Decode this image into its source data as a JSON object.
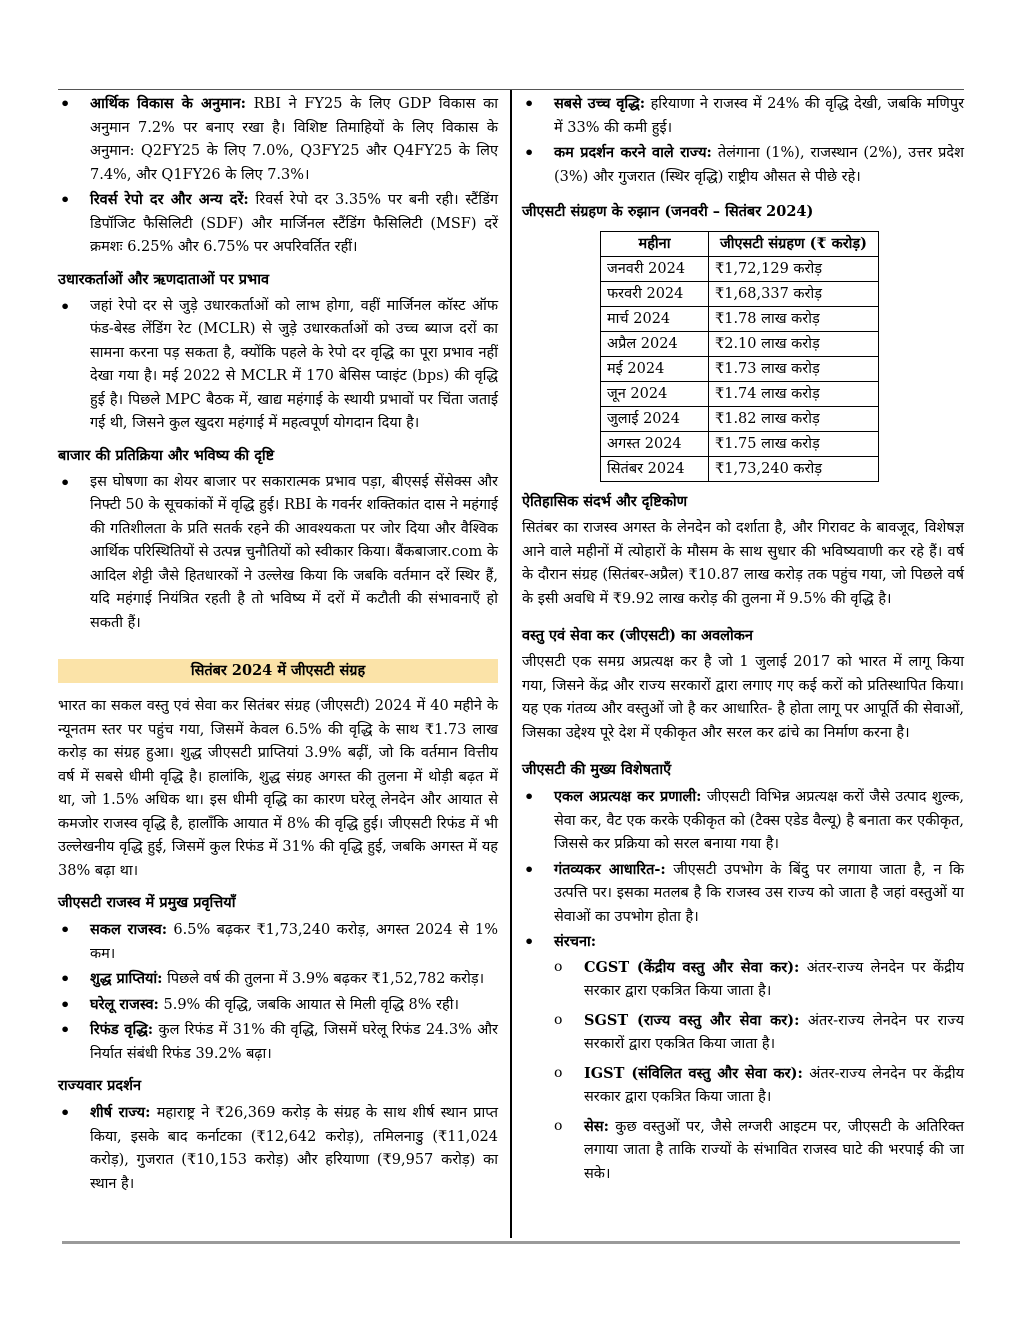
{
  "left": {
    "bullets1": [
      {
        "label": "आर्थिक विकास के अनुमान:",
        "text": " RBI ने FY25 के लिए GDP विकास का अनुमान 7.2% पर बनाए रखा है। विशिष्ट तिमाहियों के लिए विकास के अनुमान: Q2FY25 के लिए 7.0%, Q3FY25 और Q4FY25 के लिए 7.4%, और Q1FY26 के लिए 7.3%।"
      },
      {
        "label": "रिवर्स रेपो दर और अन्य दरें:",
        "text": " रिवर्स रेपो दर 3.35% पर बनी रही। स्टैंडिंग डिपॉजिट फैसिलिटी (SDF) और मार्जिनल स्टैंडिंग फैसिलिटी (MSF) दरें क्रमशः 6.25% और 6.75% पर अपरिवर्तित रहीं।"
      }
    ],
    "heading_borrowers": "उधारकर्ताओं और ऋणदाताओं पर प्रभाव",
    "borrowers_text": "जहां रेपो दर से जुड़े उधारकर्ताओं को लाभ होगा, वहीं मार्जिनल कॉस्ट ऑफ फंड-बेस्ड लेंडिंग रेट (MCLR) से जुड़े उधारकर्ताओं को उच्च ब्याज दरों का सामना करना पड़ सकता है, क्योंकि पहले के रेपो दर वृद्धि का पूरा प्रभाव नहीं देखा गया है। मई 2022 से MCLR में 170 बेसिस प्वाइंट (bps) की वृद्धि हुई है। पिछले MPC बैठक में, खाद्य महंगाई के स्थायी प्रभावों पर चिंता जताई गई थी, जिसने कुल खुदरा महंगाई में महत्वपूर्ण योगदान दिया है।",
    "heading_market": "बाजार की प्रतिक्रिया और भविष्य की दृष्टि",
    "market_text": "इस घोषणा का शेयर बाजार पर सकारात्मक प्रभाव पड़ा, बीएसई सेंसेक्स और निफ्टी 50 के सूचकांकों में वृद्धि हुई। RBI के गवर्नर शक्तिकांत दास ने महंगाई की गतिशीलता के प्रति सतर्क रहने की आवश्यकता पर जोर दिया और वैश्विक आर्थिक परिस्थितियों से उत्पन्न चुनौतियों को स्वीकार किया। बैंकबाजार.com के आदिल शेट्टी जैसे हितधारकों ने उल्लेख किया कि जबकि वर्तमान दरें स्थिर हैं, यदि महंगाई नियंत्रित रहती है तो भविष्य में दरों में कटौती की संभावनाएँ हो सकती हैं।",
    "banner": "सितंबर 2024 में जीएसटी संग्रह",
    "gst_intro": "भारत का सकल वस्तु एवं सेवा कर सितंबर संग्रह (जीएसटी) 2024 में 40 महीने के न्यूनतम स्तर पर पहुंच गया, जिसमें केवल 6.5% की वृद्धि के साथ ₹1.73 लाख करोड़ का संग्रह हुआ। शुद्ध जीएसटी प्राप्तियां 3.9% बढ़ीं, जो कि वर्तमान वित्तीय वर्ष में सबसे धीमी वृद्धि है। हालांकि, शुद्ध संग्रह अगस्त की तुलना में थोड़ी बढ़त में था, जो 1.5% अधिक था। इस धीमी वृद्धि का कारण घरेलू लेनदेन और आयात से कमजोर राजस्व वृद्धि है, हालाँकि आयात में 8% की वृद्धि हुई। जीएसटी रिफंड में भी उल्लेखनीय वृद्धि हुई, जिसमें कुल रिफंड में 31% की वृद्धि हुई, जबकि अगस्त में यह 38% बढ़ा था।",
    "heading_trends": "जीएसटी राजस्व में प्रमुख प्रवृत्तियाँ",
    "trends": [
      {
        "label": "सकल राजस्व:",
        "text": " 6.5% बढ़कर ₹1,73,240 करोड़, अगस्त 2024 से 1% कम।"
      },
      {
        "label": "शुद्ध प्राप्तियां:",
        "text": " पिछले वर्ष की तुलना में 3.9% बढ़कर ₹1,52,782 करोड़।"
      },
      {
        "label": "घरेलू राजस्व:",
        "text": " 5.9% की वृद्धि, जबकि आयात से मिली वृद्धि 8% रही।"
      },
      {
        "label": "रिफंड वृद्धि:",
        "text": " कुल रिफंड में 31% की वृद्धि, जिसमें घरेलू रिफंड 24.3% और निर्यात संबंधी रिफंड 39.2% बढ़ा।"
      }
    ],
    "heading_state": "राज्यवार प्रदर्शन",
    "state_bullets": [
      {
        "label": "शीर्ष राज्य:",
        "text": " महाराष्ट्र ने ₹26,369 करोड़ के संग्रह के साथ शीर्ष स्थान प्राप्त किया, इसके बाद कर्नाटका (₹12,642 करोड़), तमिलनाडु (₹11,024 करोड़), गुजरात (₹10,153 करोड़) और हरियाणा (₹9,957 करोड़) का स्थान है।"
      }
    ]
  },
  "right": {
    "state_bullets": [
      {
        "label": "सबसे उच्च वृद्धि:",
        "text": " हरियाणा ने राजस्व में 24% की वृद्धि देखी, जबकि मणिपुर में 33% की कमी हुई।"
      },
      {
        "label": "कम प्रदर्शन करने वाले राज्य:",
        "text": " तेलंगाना (1%), राजस्थान (2%), उत्तर प्रदेश (3%) और गुजरात (स्थिर वृद्धि) राष्ट्रीय औसत से पीछे रहे।"
      }
    ],
    "heading_table": "जीएसटी संग्रहण के रुझान (जनवरी – सितंबर 2024)",
    "table": {
      "headers": [
        "महीना",
        "जीएसटी संग्रहण (₹ करोड़)"
      ],
      "rows": [
        [
          "जनवरी 2024",
          "₹1,72,129 करोड़"
        ],
        [
          "फरवरी 2024",
          "₹1,68,337 करोड़"
        ],
        [
          "मार्च 2024",
          "₹1.78 लाख करोड़"
        ],
        [
          "अप्रैल 2024",
          "₹2.10 लाख करोड़"
        ],
        [
          "मई 2024",
          "₹1.73 लाख करोड़"
        ],
        [
          "जून 2024",
          "₹1.74 लाख करोड़"
        ],
        [
          "जुलाई 2024",
          "₹1.82 लाख करोड़"
        ],
        [
          "अगस्त 2024",
          "₹1.75 लाख करोड़"
        ],
        [
          "सितंबर 2024",
          "₹1,73,240 करोड़"
        ]
      ]
    },
    "heading_history": "ऐतिहासिक संदर्भ और दृष्टिकोण",
    "history_text": "सितंबर का राजस्व अगस्त के लेनदेन को दर्शाता है, और गिरावट के बावजूद, विशेषज्ञ आने वाले महीनों में त्योहारों के मौसम के साथ सुधार की भविष्यवाणी कर रहे हैं। वर्ष के दौरान संग्रह (सितंबर-अप्रैल) ₹10.87 लाख करोड़ तक पहुंच गया, जो पिछले वर्ष के इसी अवधि में ₹9.92 लाख करोड़ की तुलना में 9.5% की वृद्धि है।",
    "heading_overview": "वस्तु एवं सेवा कर (जीएसटी) का अवलोकन",
    "overview_text": "जीएसटी एक समग्र अप्रत्यक्ष कर है जो 1 जुलाई 2017 को भारत में लागू किया गया, जिसने केंद्र और राज्य सरकारों द्वारा लगाए गए कई करों को प्रतिस्थापित किया। यह एक गंतव्य और वस्तुओं जो है कर आधारित- है होता लागू पर आपूर्ति की सेवाओं, जिसका उद्देश्य पूरे देश में एकीकृत और सरल कर ढांचे का निर्माण करना है।",
    "heading_features": "जीएसटी की मुख्य विशेषताएँ",
    "features": [
      {
        "label": "एकल अप्रत्यक्ष कर प्रणाली:",
        "text": " जीएसटी विभिन्न अप्रत्यक्ष करों जैसे उत्पाद शुल्क, सेवा कर, वैट एक करके एकीकृत को (टैक्स एडेड वैल्यू) है बनाता कर एकीकृत, जिससे कर प्रक्रिया को सरल बनाया गया है।"
      },
      {
        "label": "गंतव्यकर आधारित-:",
        "text": " जीएसटी उपभोग के बिंदु पर लगाया जाता है, न कि उत्पत्ति पर। इसका मतलब है कि राजस्व उस राज्य को जाता है जहां वस्तुओं या सेवाओं का उपभोग होता है।"
      }
    ],
    "structure_label": "संरचना:",
    "structure": [
      {
        "label": "CGST (केंद्रीय वस्तु और सेवा कर):",
        "text": " अंतर-राज्य लेनदेन पर केंद्रीय सरकार द्वारा एकत्रित किया जाता है।"
      },
      {
        "label": "SGST (राज्य वस्तु और सेवा कर):",
        "text": " अंतर-राज्य लेनदेन पर राज्य सरकारों द्वारा एकत्रित किया जाता है।"
      },
      {
        "label": "IGST (संविलित वस्तु और सेवा कर):",
        "text": " अंतर-राज्य लेनदेन पर केंद्रीय सरकार द्वारा एकत्रित किया जाता है।"
      },
      {
        "label": "सेस:",
        "text": " कुछ वस्तुओं पर, जैसे लग्जरी आइटम पर, जीएसटी के अतिरिक्त लगाया जाता है ताकि राज्यों के संभावित राजस्व घाटे की भरपाई की जा सके।"
      }
    ]
  }
}
